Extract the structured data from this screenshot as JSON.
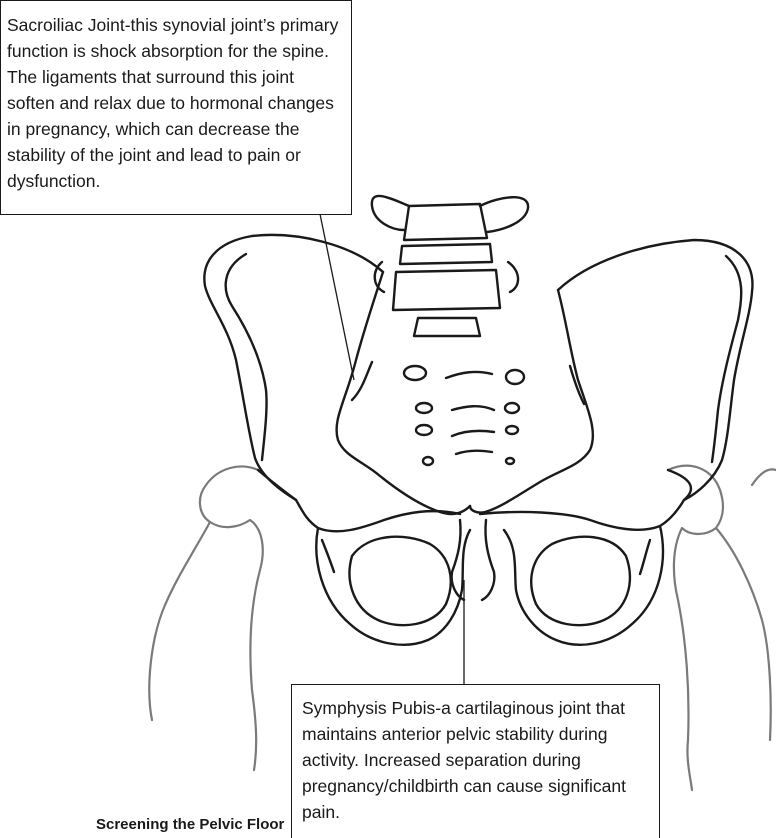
{
  "figure": {
    "subject": "Pelvis with sacrum, lumbar vertebra and femoral heads",
    "stroke_color": "#1a1a1a",
    "femur_stroke_color": "#7a7a7a",
    "background": "#ffffff"
  },
  "callouts": {
    "sacroiliac": {
      "text": "Sacroiliac Joint-this synovial joint’s primary function is shock absorption for the spine. The ligaments that surround this joint soften and relax due to hormonal changes in pregnancy, which can decrease the stability of the joint and lead to pain or dysfunction."
    },
    "symphysis": {
      "text": "Symphysis Pubis-a cartilaginous joint that maintains anterior pelvic stability during activity. Increased separation during pregnancy/childbirth can cause significant pain."
    }
  },
  "footer": {
    "text": "Screening the Pelvic Floor"
  }
}
